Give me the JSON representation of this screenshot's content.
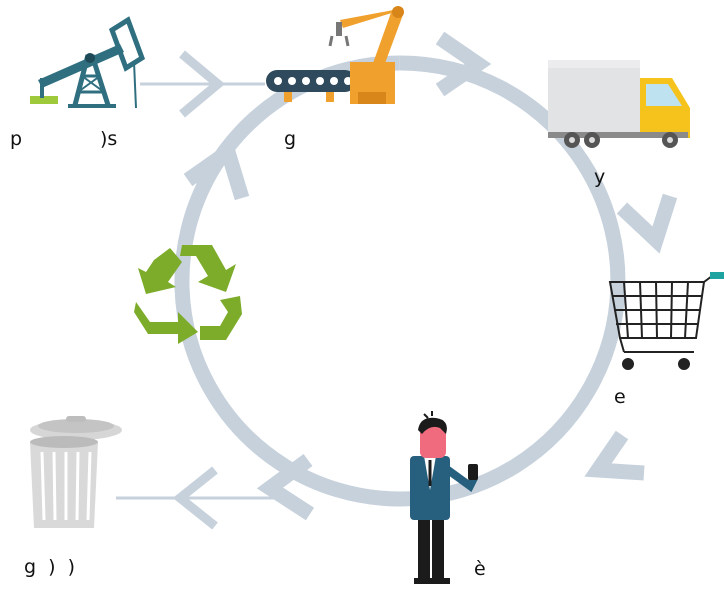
{
  "labels": {
    "oil_extraction": "p",
    "oil_extraction_suffix": ")s",
    "factory": "g",
    "transport": "y",
    "retail": "e",
    "consumer": "è",
    "disposal": "g  )  )"
  },
  "icons": {
    "oil_pump": "oil-pump-icon",
    "factory": "robot-arm-conveyor-icon",
    "truck": "delivery-truck-icon",
    "cart": "shopping-cart-icon",
    "person": "person-with-phone-icon",
    "recycle": "recycle-icon",
    "trash": "trash-can-icon"
  },
  "colors": {
    "cycle_arrows": "#c6d1dc",
    "recycle_green": "#7dac2a",
    "pump_teal": "#2f6f80",
    "robot_orange": "#f0a02c",
    "truck_yellow": "#f5c31c",
    "cart_teal": "#1fa3a0",
    "shirt_blue": "#27607e",
    "skin_pink": "#f06b7e",
    "trash_grey": "#cfcfcf"
  }
}
